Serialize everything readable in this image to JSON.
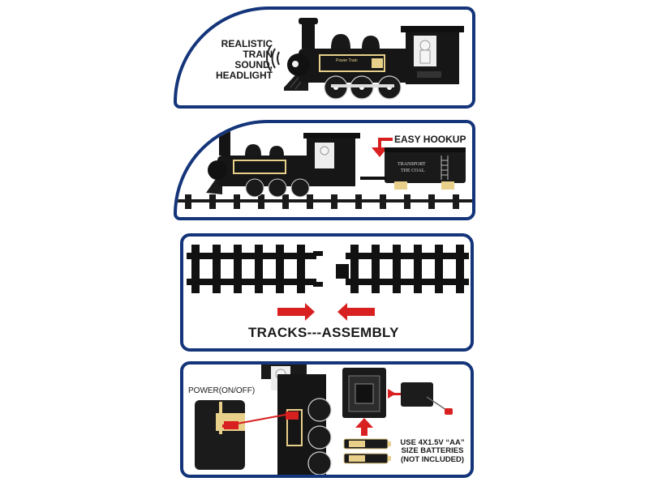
{
  "panels": {
    "sound": {
      "label_lines": [
        "REALISTIC",
        "TRAIN",
        "SOUND,",
        "HEADLIGHT"
      ],
      "plate_text": "Power Train"
    },
    "hookup": {
      "label": "EASY HOOKUP",
      "car_text_line1": "TRANSPORT",
      "car_text_line2": "THE COAL"
    },
    "tracks": {
      "label": "TRACKS---ASSEMBLY"
    },
    "power": {
      "power_label": "POWER(ON/OFF)",
      "battery_note_lines": [
        "USE 4X1.5V “AA”",
        "SIZE BATTERIES",
        "(NOT INCLUDED)"
      ]
    }
  },
  "colors": {
    "border": "#14357a",
    "arrow": "#d82020",
    "gold": "#e8cf8a",
    "body": "#141414"
  }
}
